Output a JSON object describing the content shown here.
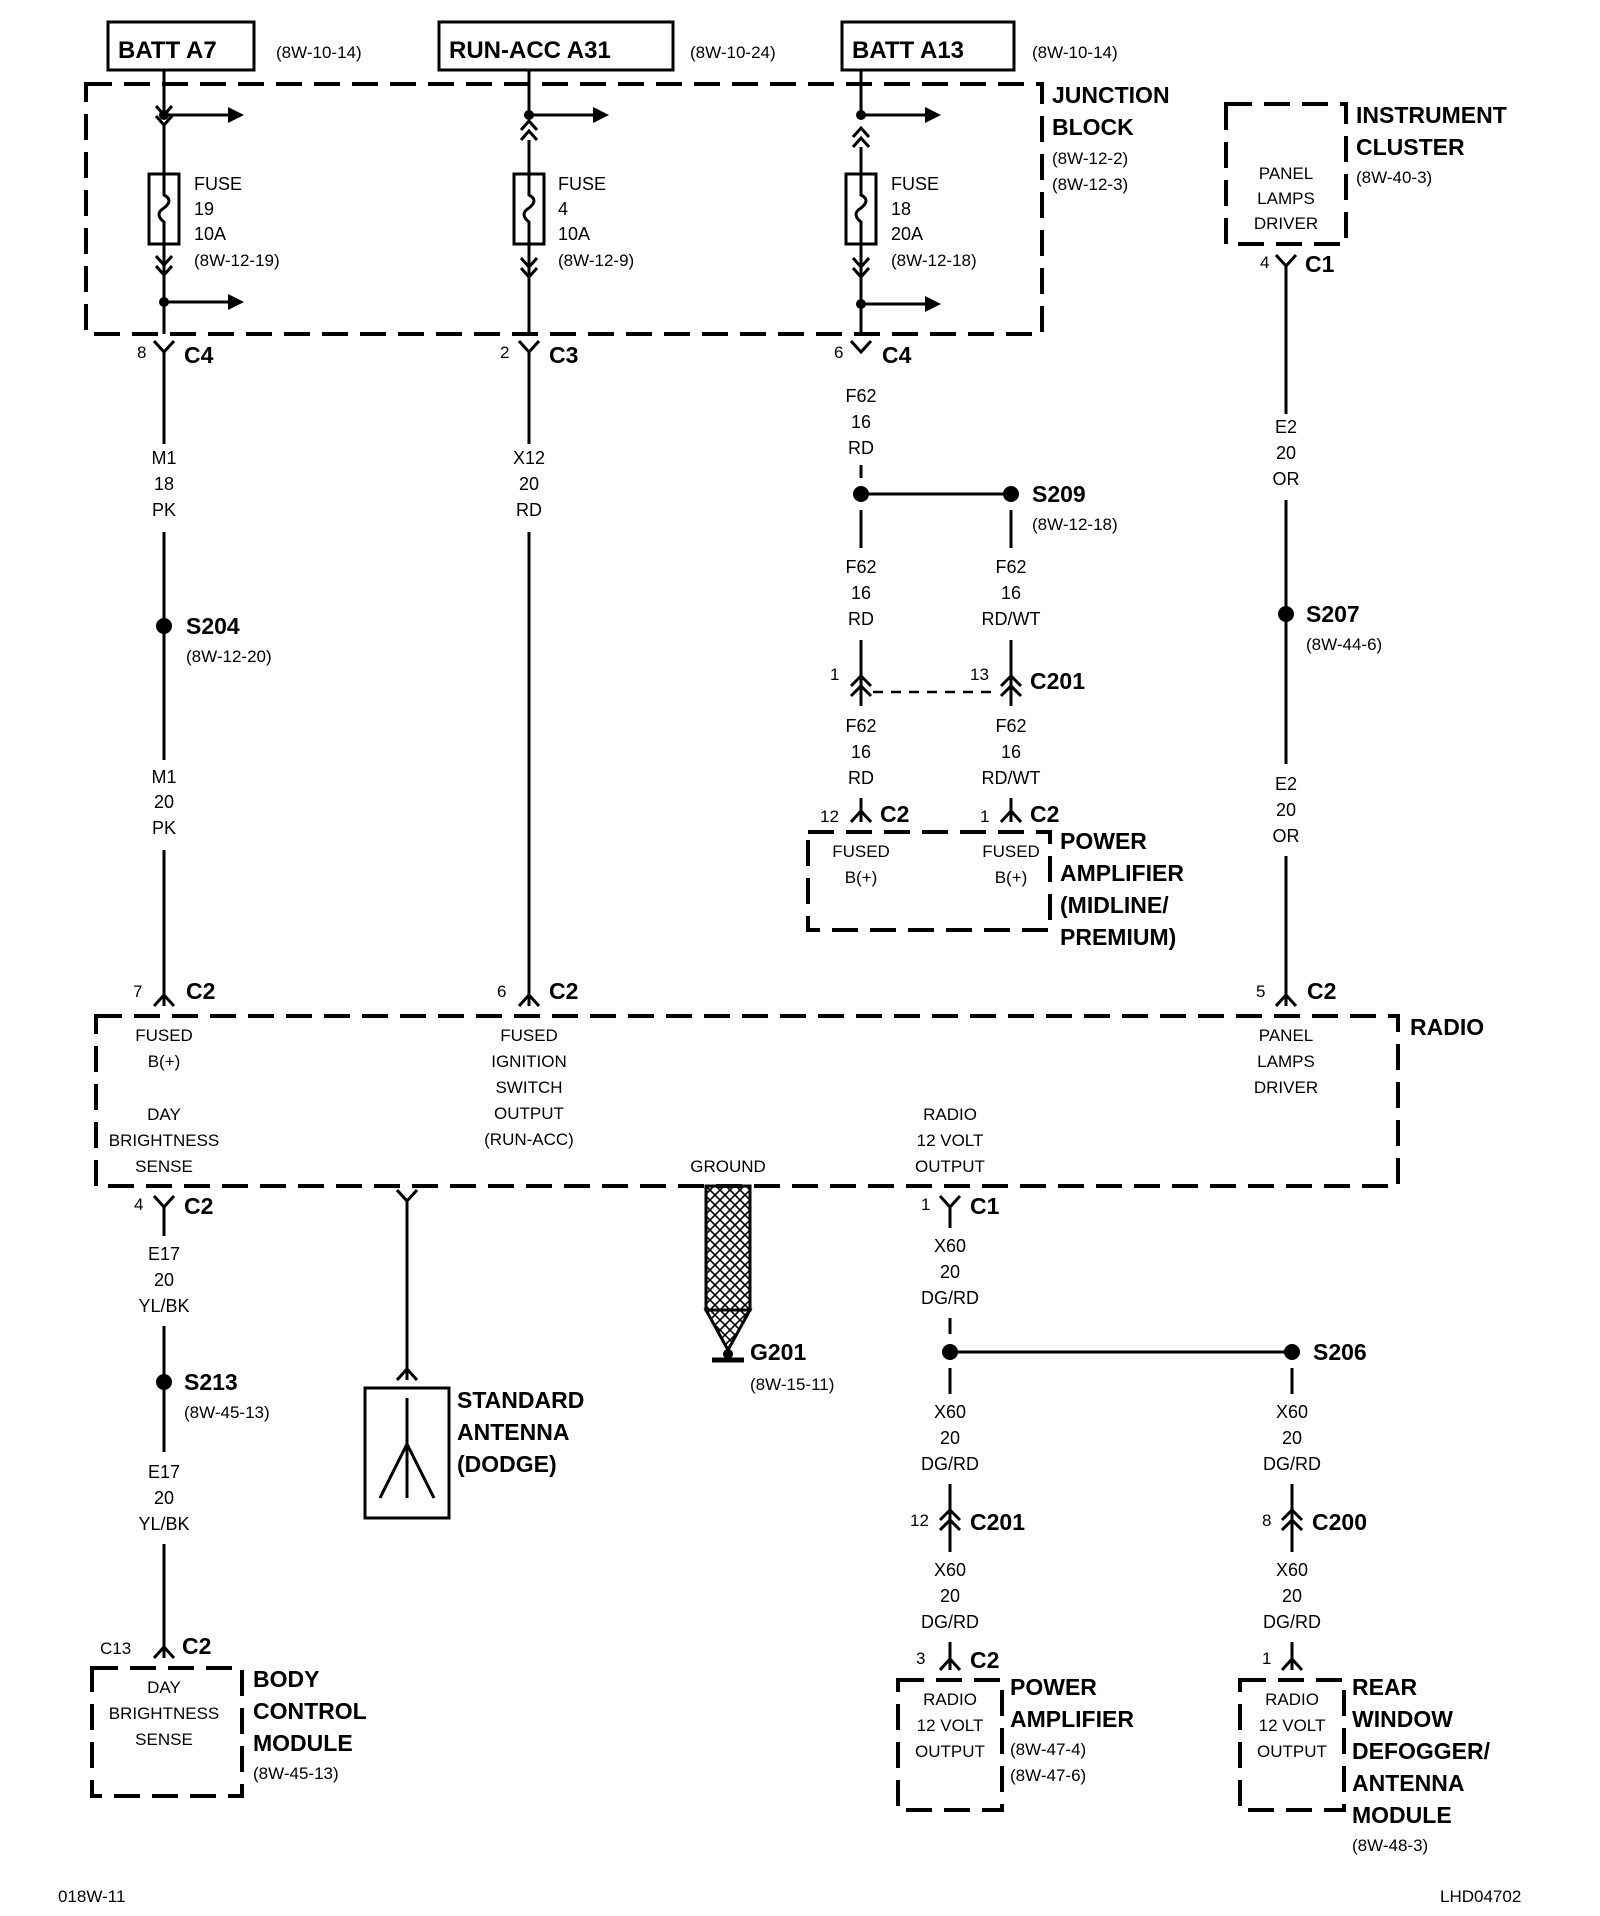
{
  "power": {
    "batt_a7": {
      "label": "BATT A7",
      "ref": "(8W-10-14)"
    },
    "run_acc_a31": {
      "label": "RUN-ACC A31",
      "ref": "(8W-10-24)"
    },
    "batt_a13": {
      "label": "BATT A13",
      "ref": "(8W-10-14)"
    }
  },
  "junction_block": {
    "title1": "JUNCTION",
    "title2": "BLOCK",
    "ref1": "(8W-12-2)",
    "ref2": "(8W-12-3)",
    "fuse19": {
      "l1": "FUSE",
      "l2": "19",
      "l3": "10A",
      "ref": "(8W-12-19)"
    },
    "fuse4": {
      "l1": "FUSE",
      "l2": "4",
      "l3": "10A",
      "ref": "(8W-12-9)"
    },
    "fuse18": {
      "l1": "FUSE",
      "l2": "18",
      "l3": "20A",
      "ref": "(8W-12-18)"
    }
  },
  "instrument_cluster": {
    "title1": "INSTRUMENT",
    "title2": "CLUSTER",
    "ref": "(8W-40-3)",
    "l1": "PANEL",
    "l2": "LAMPS",
    "l3": "DRIVER",
    "pin": "4",
    "conn": "C1"
  },
  "connectors": {
    "c4_8": {
      "pin": "8",
      "conn": "C4"
    },
    "c3_2": {
      "pin": "2",
      "conn": "C3"
    },
    "c4_6": {
      "pin": "6",
      "conn": "C4"
    },
    "c201_1": {
      "pin": "1"
    },
    "c201_13": {
      "pin": "13",
      "conn": "C201"
    },
    "c2_12": {
      "pin": "12",
      "conn": "C2"
    },
    "c2_1": {
      "pin": "1",
      "conn": "C2"
    },
    "radio_c2_7": {
      "pin": "7",
      "conn": "C2"
    },
    "radio_c2_6": {
      "pin": "6",
      "conn": "C2"
    },
    "radio_c2_5": {
      "pin": "5",
      "conn": "C2"
    },
    "radio_c2_4": {
      "pin": "4",
      "conn": "C2"
    },
    "radio_c1_1": {
      "pin": "1",
      "conn": "C1"
    },
    "c201_12": {
      "pin": "12",
      "conn": "C201"
    },
    "c200_8": {
      "pin": "8",
      "conn": "C200"
    },
    "bcm_c2": {
      "pin": "C13",
      "conn": "C2"
    },
    "amp_c2_3": {
      "pin": "3",
      "conn": "C2"
    },
    "rwd_c2_1": {
      "pin": "1"
    }
  },
  "wires": {
    "m1_18": {
      "code": "M1",
      "gauge": "18",
      "color": "PK"
    },
    "m1_20": {
      "code": "M1",
      "gauge": "20",
      "color": "PK"
    },
    "x12": {
      "code": "X12",
      "gauge": "20",
      "color": "RD"
    },
    "f62_a": {
      "code": "F62",
      "gauge": "16",
      "color": "RD"
    },
    "f62_b": {
      "code": "F62",
      "gauge": "16",
      "color": "RD"
    },
    "f62_c": {
      "code": "F62",
      "gauge": "16",
      "color": "RD/WT"
    },
    "f62_d": {
      "code": "F62",
      "gauge": "16",
      "color": "RD"
    },
    "f62_e": {
      "code": "F62",
      "gauge": "16",
      "color": "RD/WT"
    },
    "e2_a": {
      "code": "E2",
      "gauge": "20",
      "color": "OR"
    },
    "e2_b": {
      "code": "E2",
      "gauge": "20",
      "color": "OR"
    },
    "e17_a": {
      "code": "E17",
      "gauge": "20",
      "color": "YL/BK"
    },
    "e17_b": {
      "code": "E17",
      "gauge": "20",
      "color": "YL/BK"
    },
    "x60_a": {
      "code": "X60",
      "gauge": "20",
      "color": "DG/RD"
    },
    "x60_b": {
      "code": "X60",
      "gauge": "20",
      "color": "DG/RD"
    },
    "x60_c": {
      "code": "X60",
      "gauge": "20",
      "color": "DG/RD"
    },
    "x60_d": {
      "code": "X60",
      "gauge": "20",
      "color": "DG/RD"
    },
    "x60_e": {
      "code": "X60",
      "gauge": "20",
      "color": "DG/RD"
    }
  },
  "splices": {
    "s204": {
      "name": "S204",
      "ref": "(8W-12-20)"
    },
    "s209": {
      "name": "S209",
      "ref": "(8W-12-18)"
    },
    "s207": {
      "name": "S207",
      "ref": "(8W-44-6)"
    },
    "s213": {
      "name": "S213",
      "ref": "(8W-45-13)"
    },
    "s206": {
      "name": "S206"
    }
  },
  "power_amp_top": {
    "t1": "POWER",
    "t2": "AMPLIFIER",
    "t3": "(MIDLINE/",
    "t4": "PREMIUM)",
    "fused": "FUSED",
    "bplus": "B(+)"
  },
  "radio": {
    "title": "RADIO",
    "fused": "FUSED",
    "bplus": "B(+)",
    "ign1": "FUSED",
    "ign2": "IGNITION",
    "ign3": "SWITCH",
    "ign4": "OUTPUT",
    "ign5": "(RUN-ACC)",
    "pl1": "PANEL",
    "pl2": "LAMPS",
    "pl3": "DRIVER",
    "day1": "DAY",
    "day2": "BRIGHTNESS",
    "day3": "SENSE",
    "ground": "GROUND",
    "r1": "RADIO",
    "r2": "12 VOLT",
    "r3": "OUTPUT"
  },
  "ground": {
    "name": "G201",
    "ref": "(8W-15-11)"
  },
  "antenna": {
    "t1": "STANDARD",
    "t2": "ANTENNA",
    "t3": "(DODGE)"
  },
  "bcm": {
    "t1": "BODY",
    "t2": "CONTROL",
    "t3": "MODULE",
    "ref": "(8W-45-13)",
    "l1": "DAY",
    "l2": "BRIGHTNESS",
    "l3": "SENSE"
  },
  "power_amp_bottom": {
    "t1": "POWER",
    "t2": "AMPLIFIER",
    "ref1": "(8W-47-4)",
    "ref2": "(8W-47-6)",
    "l1": "RADIO",
    "l2": "12 VOLT",
    "l3": "OUTPUT"
  },
  "rear_window": {
    "t1": "REAR",
    "t2": "WINDOW",
    "t3": "DEFOGGER/",
    "t4": "ANTENNA",
    "t5": "MODULE",
    "ref": "(8W-48-3)",
    "l1": "RADIO",
    "l2": "12 VOLT",
    "l3": "OUTPUT"
  },
  "footer": {
    "left": "018W-11",
    "right": "LHD04702"
  }
}
